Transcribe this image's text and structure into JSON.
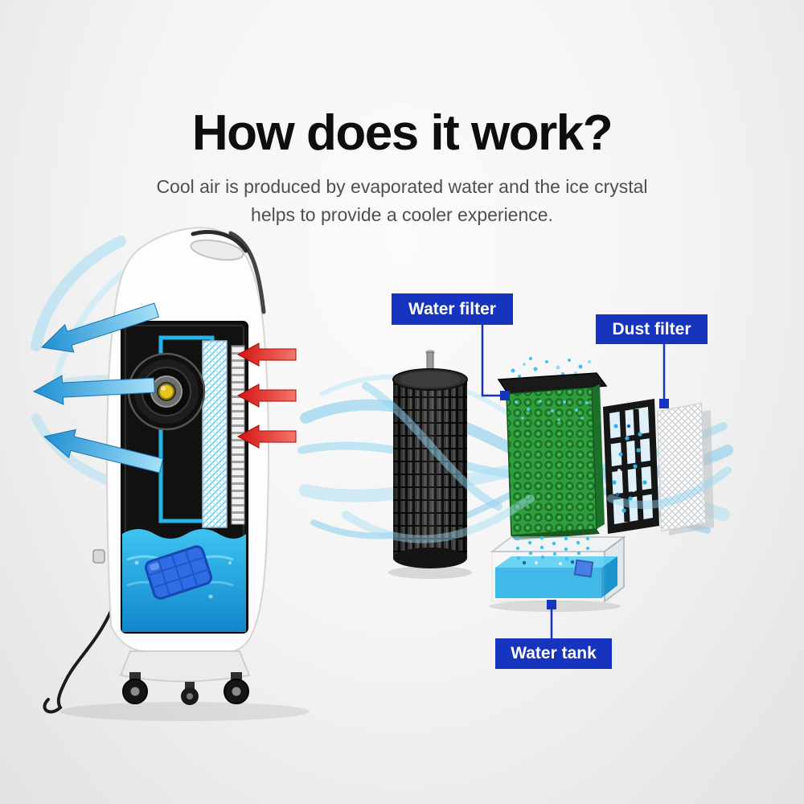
{
  "header": {
    "title": "How does it work?",
    "subtitle_line1": "Cool air is produced by evaporated water and the ice crystal",
    "subtitle_line2": "helps to provide a cooler experience."
  },
  "labels": {
    "water_filter": "Water filter",
    "dust_filter": "Dust filter",
    "water_tank": "Water tank"
  },
  "illustration": {
    "components": [
      "air-cooler-cutaway",
      "cool-air-arrows",
      "warm-air-arrows",
      "fan",
      "evaporative-filter-strip",
      "ice-pack",
      "internal-water-tank",
      "carbon-filter-cylinder",
      "honeycomb-evaporative-pad",
      "dust-filter-frame",
      "mesh-filter",
      "water-tank",
      "airflow-streams"
    ]
  },
  "colors": {
    "label_background": "#1734bf",
    "label_text": "#ffffff",
    "cool_air_blue": "#2a93d8",
    "warm_air_red": "#e01812",
    "water_cyan": "#2bb7ea",
    "pad_green": "#2f9e3c",
    "title_text": "#0e0e0e",
    "subtitle_text": "#4f4f4f",
    "background_light": "#f7f7f7",
    "background_dark": "#e2e2e2"
  }
}
